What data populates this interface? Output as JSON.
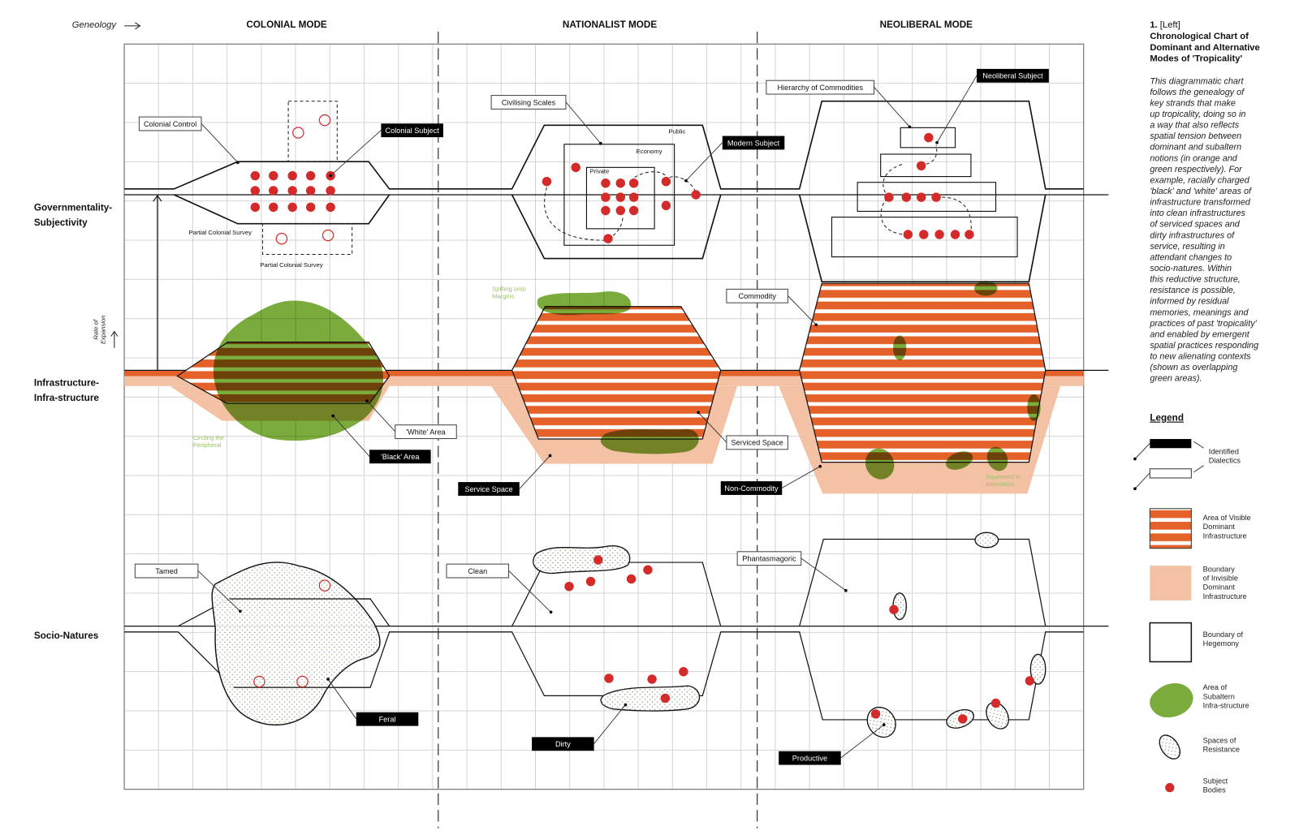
{
  "header": {
    "genealogy": "Geneology",
    "modes": [
      "COLONIAL MODE",
      "NATIONALIST MODE",
      "NEOLIBERAL MODE"
    ]
  },
  "rows": {
    "governmentality": [
      "Governmentality-",
      "Subjectivity"
    ],
    "infrastructure": [
      "Infrastructure-",
      "Infra-structure"
    ],
    "socio_natures": "Socio-Natures",
    "rate_of_expansion": [
      "Rate of",
      "Expansion"
    ]
  },
  "annotations": {
    "colonial": {
      "colonial_control": "Colonial Control",
      "colonial_subject": "Colonial Subject",
      "partial_survey_1": "Partial Colonial Survey",
      "partial_survey_2": "Partial Colonial Survey",
      "white_area": "'White' Area",
      "black_area": "'Black' Area",
      "circling": [
        "Circling the",
        "Peripheral"
      ],
      "tamed": "Tamed",
      "feral": "Feral"
    },
    "nationalist": {
      "civilising_scales": "Civilising Scales",
      "modern_subject": "Modern Subject",
      "public": "Public",
      "economy": "Economy",
      "private": "Private",
      "spilling": [
        "Spilling onto",
        "Margins"
      ],
      "serviced_space": "Serviced Space",
      "service_space": "Service Space",
      "clean": "Clean",
      "dirty": "Dirty"
    },
    "neoliberal": {
      "hierarchy": "Hierarchy of Commodities",
      "neoliberal_subject": "Neoliberal Subject",
      "commodity": "Commodity",
      "non_commodity": "Non-Commodity",
      "squeezed": [
        "Squeezed in",
        "Interstices"
      ],
      "phantasmagoric": "Phantasmagoric",
      "productive": "Productive"
    }
  },
  "caption": {
    "number": "1.",
    "position": "[Left]",
    "title": [
      "Chronological Chart of",
      "Dominant and Alternative",
      "Modes of 'Tropicality'"
    ],
    "body": [
      "This diagrammatic chart",
      "follows the genealogy of",
      "key strands that make",
      "up tropicality, doing so in",
      "a way that also reflects",
      "spatial tension between",
      "dominant and subaltern",
      "notions (in orange and",
      "green respectively). For",
      "example, racially charged",
      "'black' and 'white' areas of",
      "infrastructure transformed",
      "into clean infrastructures",
      "of serviced spaces and",
      "dirty infrastructures of",
      "service, resulting in",
      "attendant changes to",
      "socio-natures. Within",
      "this reductive structure,",
      "resistance is possible,",
      "informed by residual",
      "memories, meanings and",
      "practices of past 'tropicality'",
      "and enabled by emergent",
      "spatial practices responding",
      "to new alienating contexts",
      "(shown as overlapping",
      "green areas)."
    ]
  },
  "legend": {
    "title": "Legend",
    "items": [
      {
        "label": [
          "Identified",
          "Dialectics"
        ]
      },
      {
        "label": [
          "Area of Visible",
          "Dominant",
          "Infrastructure"
        ]
      },
      {
        "label": [
          "Boundary",
          "of Invisible",
          "Dominant",
          "Infrastructure"
        ]
      },
      {
        "label": [
          "Boundary of",
          "Hegemony"
        ]
      },
      {
        "label": [
          "Area of",
          "Subaltern",
          "Infra-structure"
        ]
      },
      {
        "label": [
          "Spaces of",
          "Resistance"
        ]
      },
      {
        "label": [
          "Subject",
          "Bodies"
        ]
      }
    ]
  },
  "colors": {
    "orange": "#E4622A",
    "peach": "#F3C2A5",
    "green": "#7AAB3C",
    "red": "#D42A2A"
  }
}
